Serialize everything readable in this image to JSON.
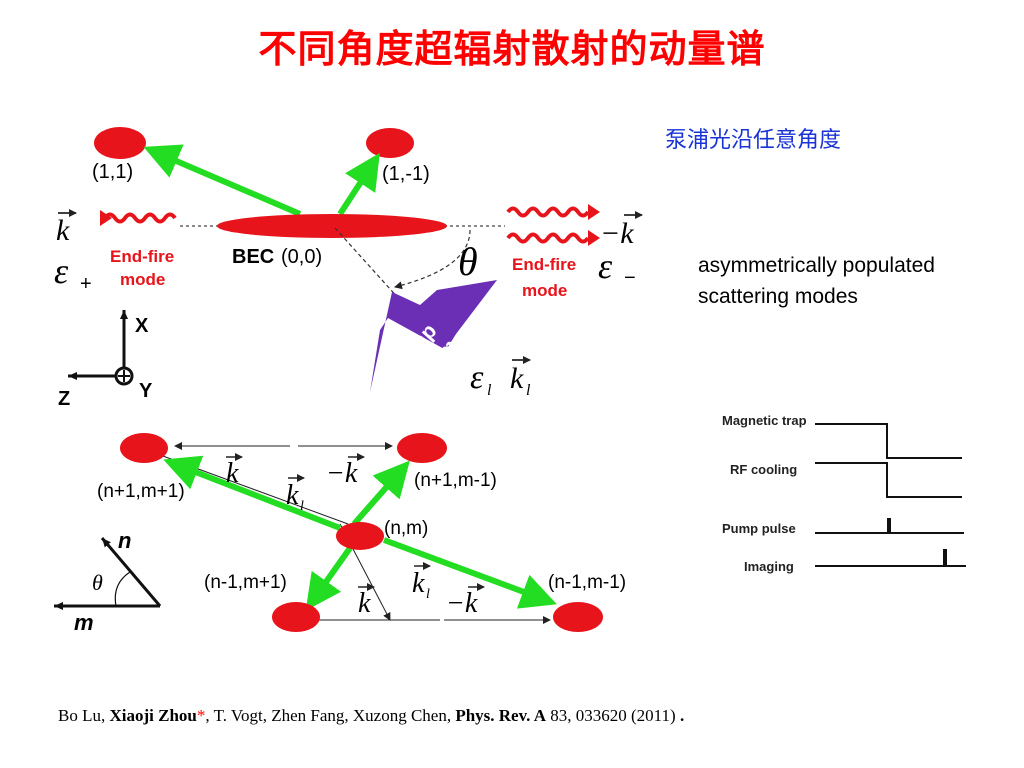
{
  "title": "不同角度超辐射散射的动量谱",
  "subtitle_cn": "泵浦光沿任意角度",
  "note_lines": [
    "asymmetrically populated",
    "scattering modes"
  ],
  "top_diagram": {
    "mode_11": "(1,1)",
    "mode_1m1": "(1,-1)",
    "bec_label": "BEC",
    "bec_coord": "(0,0)",
    "endfire_left_1": "End-fire",
    "endfire_left_2": "mode",
    "endfire_right_1": "End-fire",
    "endfire_right_2": "mode",
    "pump_1": "Pump",
    "pump_2": "beam",
    "theta": "θ",
    "k": "k",
    "minus_k": "−k",
    "eps_plus": "ε",
    "eps_minus": "ε",
    "plus_sub": "+",
    "minus_sub": "−",
    "eps_l": "ε",
    "k_l": "k",
    "sub_l": "l",
    "axis_x": "X",
    "axis_y": "Y",
    "axis_z": "Z"
  },
  "bottom_diagram": {
    "n1m1": "(n+1,m+1)",
    "n1mm1": "(n+1,m-1)",
    "nm": "(n,m)",
    "nm1m1": "(n-1,m+1)",
    "nm1mm1": "(n-1,m-1)",
    "k": "k",
    "minus_k": "−k",
    "kl": "k",
    "sub_l": "l",
    "axis_n": "n",
    "axis_m": "m",
    "theta": "θ"
  },
  "timing": {
    "rows": [
      "Magnetic trap",
      "RF cooling",
      "Pump pulse",
      "Imaging"
    ]
  },
  "citation": {
    "authors_pre": "Bo Lu, ",
    "author_bold": "Xiaoji Zhou",
    "star": "*",
    "authors_post": ", T. Vogt, Zhen Fang, Xuzong Chen, ",
    "journal": "Phys. Rev. A",
    "volume": " 83, 033620 (2011) ",
    "end": "."
  },
  "colors": {
    "red": "#ff0000",
    "atom_red": "#e8141b",
    "arrow_green": "#22dd22",
    "pump_purple": "#6a2fb5",
    "blue_text": "#1a33d6"
  }
}
